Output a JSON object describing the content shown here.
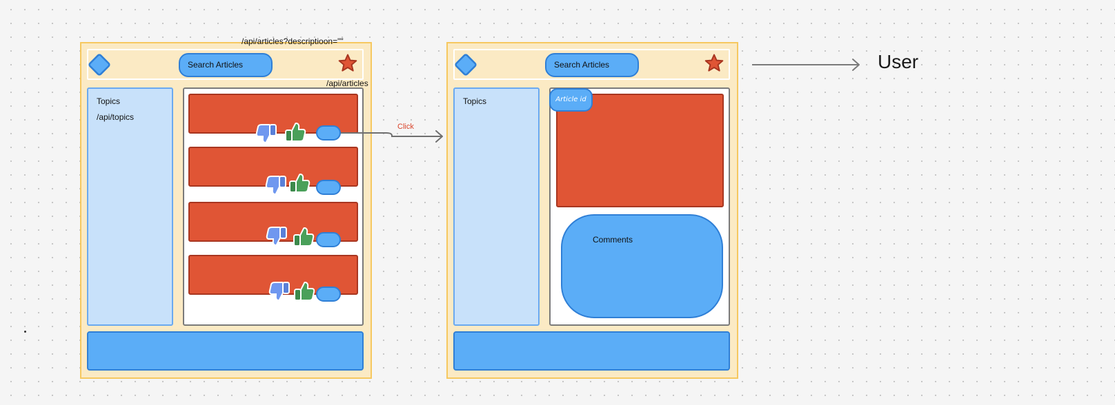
{
  "annotations": {
    "search_endpoint": "/api/articles?descriptioon=\"\"",
    "articles_endpoint": "/api/articles",
    "click_label": "Click",
    "user_label": "User",
    "colors": {
      "frame": "#fbeac4",
      "sidebar": "#c8e1fa",
      "card": "#e05535",
      "accent": "#5badf7",
      "click_text": "#d9442b"
    }
  },
  "frame_list": {
    "search_placeholder": "Search Articles",
    "sidebar_title": "Topics",
    "sidebar_endpoint": "/api/topics",
    "icons": [
      "diamond-icon",
      "star-icon",
      "thumbs-down-icon",
      "thumbs-up-icon"
    ]
  },
  "frame_detail": {
    "search_placeholder": "Search Articles",
    "sidebar_title": "Topics",
    "article_badge": "Article id",
    "comments_label": "Comments"
  }
}
